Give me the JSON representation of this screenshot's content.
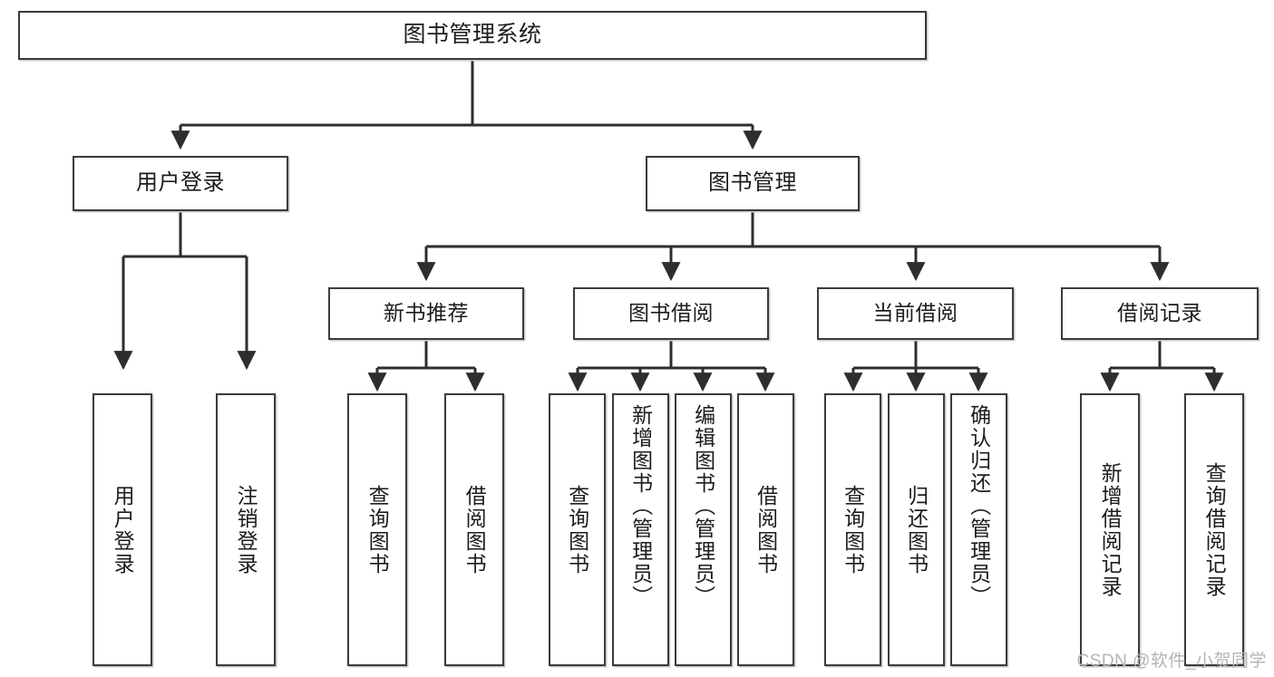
{
  "diagram": {
    "title": "图书管理系统",
    "type": "tree-hierarchy-chart",
    "watermark": "CSDN @软件_小贺同学",
    "colors": {
      "box_border": "#3b3b3b",
      "box_fill": "#ffffff",
      "text": "#1c1c1c",
      "connector": "#2e2e2e",
      "watermark": "#b4b4b4"
    },
    "root": {
      "label": "图书管理系统"
    },
    "level2": [
      {
        "label": "用户登录"
      },
      {
        "label": "图书管理"
      }
    ],
    "level3": [
      {
        "label": "新书推荐"
      },
      {
        "label": "图书借阅"
      },
      {
        "label": "当前借阅"
      },
      {
        "label": "借阅记录"
      }
    ],
    "leaves": {
      "user_login": [
        {
          "label": "用户登录"
        },
        {
          "label": "注销登录"
        }
      ],
      "new_book_recommend": [
        {
          "label": "查询图书"
        },
        {
          "label": "借阅图书"
        }
      ],
      "book_borrow": [
        {
          "label": "查询图书"
        },
        {
          "label": "新增图书（管理员）"
        },
        {
          "label": "编辑图书（管理员）"
        },
        {
          "label": "借阅图书"
        }
      ],
      "current_borrow": [
        {
          "label": "查询图书"
        },
        {
          "label": "归还图书"
        },
        {
          "label": "确认归还（管理员）"
        }
      ],
      "borrow_record": [
        {
          "label": "新增借阅记录"
        },
        {
          "label": "查询借阅记录"
        }
      ]
    }
  }
}
